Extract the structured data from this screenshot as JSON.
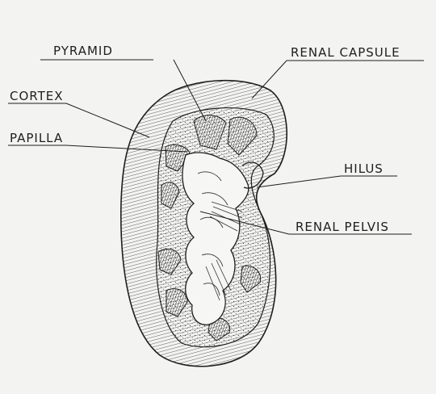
{
  "labels": {
    "pyramid": "PYRAMID",
    "renal_capsule": "RENAL CAPSULE",
    "cortex": "CORTEX",
    "papilla": "PAPILLA",
    "hilus": "HILUS",
    "renal_pelvis": "RENAL PELVIS"
  },
  "colors": {
    "paper": "#f3f3f1",
    "ink": "#1e1e1e"
  }
}
